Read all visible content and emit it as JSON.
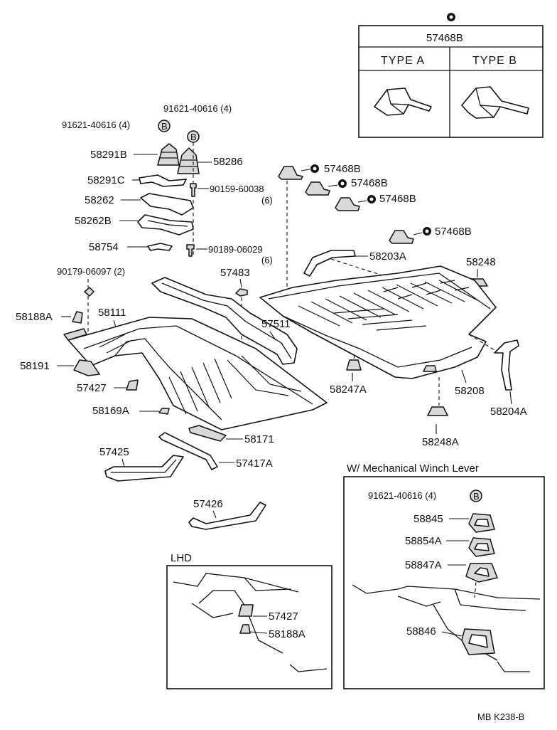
{
  "legend_box": {
    "title": "57468B",
    "type_a": "TYPE A",
    "type_b": "TYPE B"
  },
  "parts": {
    "bolt_91621_a": "91621-40616 (4)",
    "bolt_91621_b": "91621-40616 (4)",
    "marker_b": "B",
    "p58291B": "58291B",
    "p58286": "58286",
    "p58291C": "58291C",
    "p90159": "90159-60038",
    "p90159_qty": "(6)",
    "p58262": "58262",
    "p58262B": "58262B",
    "p58754": "58754",
    "p90189": "90189-06029",
    "p90189_qty": "(6)",
    "p90179": "90179-06097 (2)",
    "p57483": "57483",
    "p58188A": "58188A",
    "p58111": "58111",
    "p57511": "57511",
    "p58191": "58191",
    "p57427": "57427",
    "p58169A": "58169A",
    "p58171": "58171",
    "p57425": "57425",
    "p57417A": "57417A",
    "p57426": "57426",
    "p57468B_1": "57468B",
    "p57468B_2": "57468B",
    "p57468B_3": "57468B",
    "p57468B_4": "57468B",
    "p58203A": "58203A",
    "p58248": "58248",
    "p58247A": "58247A",
    "p58208": "58208",
    "p58204A": "58204A",
    "p58248A": "58248A"
  },
  "lhd": {
    "title": "LHD",
    "p57427": "57427",
    "p58188A": "58188A"
  },
  "winch": {
    "title": "W/ Mechanical Winch Lever",
    "bolt": "91621-40616 (4)",
    "marker_b": "B",
    "p58845": "58845",
    "p58854A": "58854A",
    "p58847A": "58847A",
    "p58846": "58846"
  },
  "footer": {
    "code": "MB  K238-B"
  }
}
